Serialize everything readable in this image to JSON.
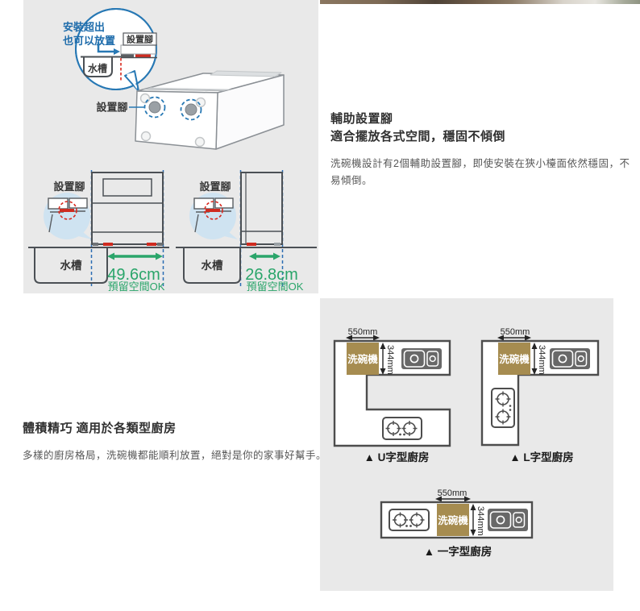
{
  "colors": {
    "panel_bg": "#e9e9e9",
    "accent_blue": "#2778b4",
    "alert_red": "#d8291f",
    "ok_green": "#2aa56a",
    "dishwasher_gold": "#a68c50",
    "outline_dark": "#4d4d4d",
    "sink_unit_gray": "#686868",
    "heading_text": "#303030",
    "body_text": "#575757"
  },
  "feet_section": {
    "bubble": {
      "line1": "安裝超出",
      "line2": "也可以放置"
    },
    "labels": {
      "foot": "設置腳",
      "sink": "水槽",
      "note": "預留空間OK"
    },
    "front_view": {
      "dimension": "49.6cm"
    },
    "side_view": {
      "dimension": "26.8cm"
    },
    "heading_line1": "輔助設置腳",
    "heading_line2": "適合擺放各式空間，穩固不傾倒",
    "body": "洗碗機設計有2個輔助設置腳，即使安裝在狹小檯面依然穩固，不易傾倒。"
  },
  "kitchen_section": {
    "heading": "體積精巧 適用於各類型廚房",
    "body": "多樣的廚房格局，洗碗機都能順利放置，絕對是你的家事好幫手。",
    "dims": {
      "width": "550mm",
      "depth": "344mm"
    },
    "dishwasher": "洗碗機",
    "layouts": [
      {
        "label": "▲ U字型廚房"
      },
      {
        "label": "▲ L字型廚房"
      },
      {
        "label": "▲ 一字型廚房"
      }
    ]
  }
}
